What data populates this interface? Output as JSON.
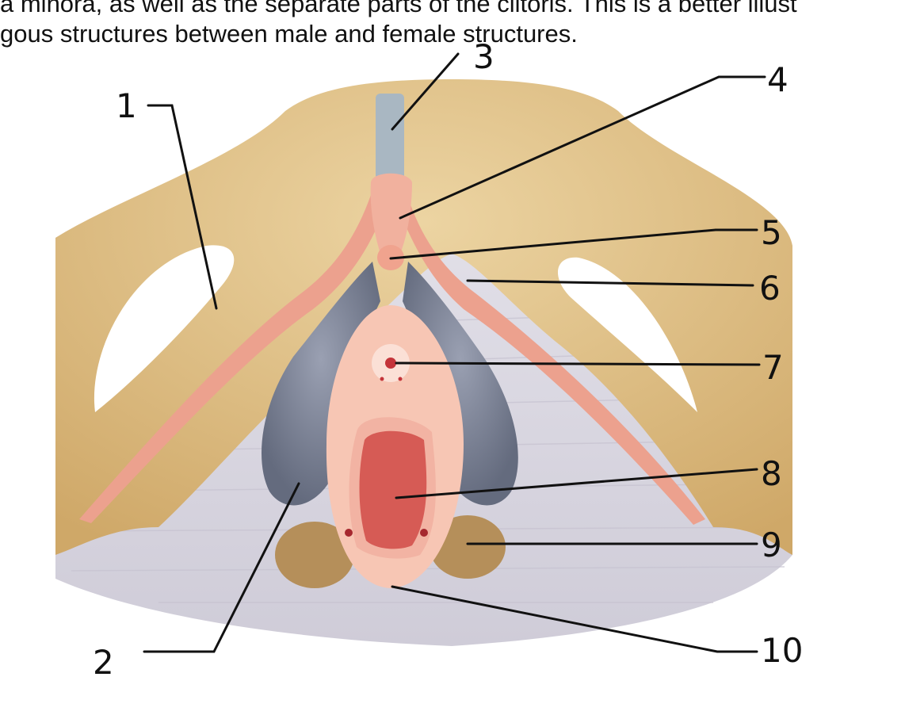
{
  "caption": {
    "line1": "a minora, as well as the separate parts of the clitoris. This is a better illust",
    "line2": "gous structures between male and female structures."
  },
  "labels": {
    "l1": "1",
    "l2": "2",
    "l3": "3",
    "l4": "4",
    "l5": "5",
    "l6": "6",
    "l7": "7",
    "l8": "8",
    "l9": "9",
    "l10": "10"
  },
  "colors": {
    "bone": "#e2c48a",
    "muscle": "#dad7e2",
    "bulb": "#7d8496",
    "pink": "#f0a894",
    "vestibule": "#f7c9b8",
    "vagina": "#d95a54",
    "gland": "#b58f5a",
    "leader": "#111111"
  }
}
